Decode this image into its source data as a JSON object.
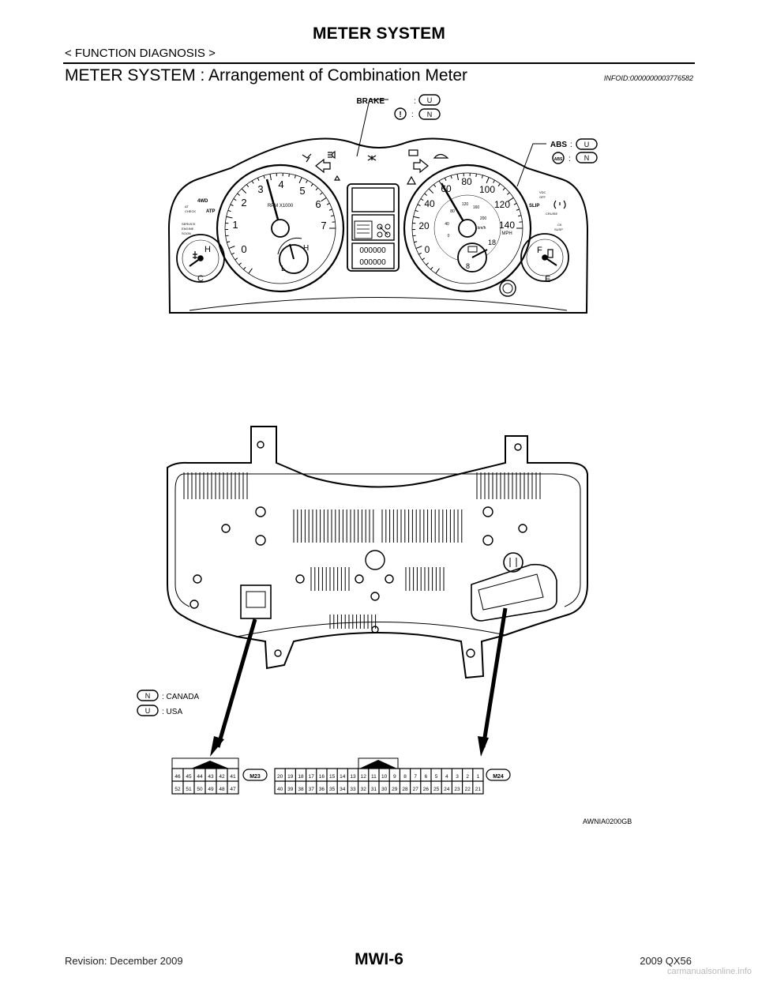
{
  "header": {
    "title": "METER SYSTEM",
    "section": "< FUNCTION DIAGNOSIS >"
  },
  "heading": "METER SYSTEM : Arrangement of Combination Meter",
  "info_id": "INFOID:0000000003776582",
  "callouts": {
    "brake_label": "BRAKE",
    "brake_code": "U",
    "warn_code": "N",
    "warn_glyph": "!",
    "abs_label": "ABS",
    "abs_code": "U",
    "abs_glyph_code": "N",
    "abs_glyph": "ABS",
    "colon": ":"
  },
  "tach": {
    "numerals": [
      "0",
      "1",
      "2",
      "3",
      "4",
      "5",
      "6",
      "7"
    ],
    "unit": "RPM X1000"
  },
  "speedo": {
    "mph": [
      "0",
      "20",
      "40",
      "60",
      "80",
      "100",
      "120",
      "140"
    ],
    "kmh": [
      "0",
      "40",
      "80",
      "120",
      "160",
      "200"
    ],
    "mph_unit": "MPH",
    "kmh_unit": "km/h"
  },
  "temp_gauge": {
    "hot": "H",
    "cold": "C"
  },
  "fuel_gauge": {
    "full": "F",
    "empty": "E"
  },
  "oil_gauge": {
    "high": "H",
    "low": "L"
  },
  "volt_gauge": {
    "high": "18",
    "low": "8"
  },
  "indicators": {
    "four_wd": "4WD",
    "at_check_1": "AT",
    "at_check_2": "CHECK",
    "atp": "ATP",
    "service_1": "SERVICE",
    "service_2": "ENGINE",
    "service_3": "SOON",
    "vdc_1": "VDC",
    "vdc_2": "OFF",
    "slip": "SLIP",
    "cruise": "CRUISE",
    "ck_1": "CK",
    "ck_2": "SUSP"
  },
  "odometer": {
    "row1": "000000",
    "row2": "000000"
  },
  "legend": [
    {
      "code": "N",
      "text": ": CANADA"
    },
    {
      "code": "U",
      "text": ": USA"
    }
  ],
  "connectors": [
    {
      "id": "M23",
      "top": [
        "46",
        "45",
        "44",
        "43",
        "42",
        "41"
      ],
      "bottom": [
        "52",
        "51",
        "50",
        "49",
        "48",
        "47"
      ]
    },
    {
      "id": "M24",
      "top": [
        "20",
        "19",
        "18",
        "17",
        "16",
        "15",
        "14",
        "13",
        "12",
        "11",
        "10",
        "9",
        "8",
        "7",
        "6",
        "5",
        "4",
        "3",
        "2",
        "1"
      ],
      "bottom": [
        "40",
        "39",
        "38",
        "37",
        "36",
        "35",
        "34",
        "33",
        "32",
        "31",
        "30",
        "29",
        "28",
        "27",
        "26",
        "25",
        "24",
        "23",
        "22",
        "21"
      ]
    }
  ],
  "figure_id": "AWNIA0200GB",
  "footer": {
    "revision": "Revision: December 2009",
    "page": "MWI-6",
    "model": "2009 QX56",
    "watermark": "carmanualsonline.info"
  }
}
